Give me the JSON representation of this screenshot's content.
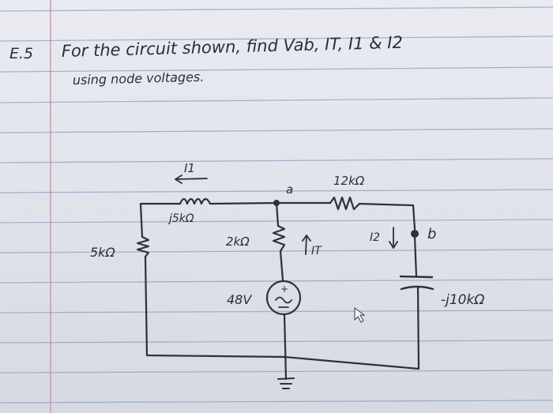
{
  "problem": {
    "number": "E.5",
    "line1": "For the circuit shown, find Vab, IT, I1 & I2",
    "line2": "using node voltages."
  },
  "circuit": {
    "current_i1_label": "I1",
    "inductor_label": "j5kΩ",
    "node_a_label": "a",
    "resistor_top_label": "12kΩ",
    "current_i2_label": "I2",
    "node_b_label": "b",
    "resistor_left_label": "5kΩ",
    "resistor_middle_label": "2kΩ",
    "current_it_label": "IT",
    "source_label": "48V",
    "capacitor_label": "-j10kΩ"
  },
  "colors": {
    "ink": "#2d303c",
    "rule_line": "#8fa0bf",
    "margin_line": "#c98f9a",
    "paper": "#e4e6ed"
  }
}
